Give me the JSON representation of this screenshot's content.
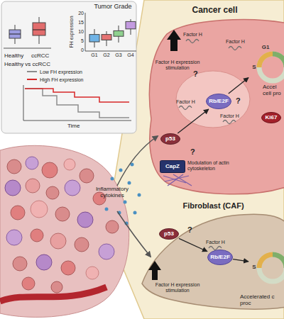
{
  "diagram": {
    "nodes": [
      {
        "text": [
          "Cancer cell"
        ]
      },
      {
        "text": [
          "Rb/E2F"
        ],
        "in": 0
      },
      {
        "text": [
          "p53"
        ],
        "in": 0
      },
      {
        "text": [
          "CapZ"
        ],
        "in": 0
      },
      {
        "text": [
          "Ki67"
        ],
        "in": 0
      },
      {
        "text": [
          "G1",
          "S"
        ],
        "in": 0
      },
      {
        "text": [
          "Fibroblast (CAF)"
        ]
      },
      {
        "text": [
          "p53"
        ],
        "in": 6
      },
      {
        "text": [
          "Rb/E2F"
        ],
        "in": 6
      },
      {
        "text": [
          "S"
        ],
        "in": 6
      }
    ],
    "edges": [
      {
        "from": 2,
        "to": 1,
        "arrow": "to"
      },
      {
        "from": 1,
        "to": 5,
        "arrow": "to"
      },
      {
        "from": 7,
        "to": 8,
        "arrow": "to"
      },
      {
        "from": 8,
        "to": 9,
        "arrow": "to"
      }
    ],
    "labels": [
      "Healthy",
      "ccRCC",
      "Healthy vs ccRCC",
      "Tumor Grade",
      "FH expression",
      "20",
      "15",
      "10",
      "5",
      "0",
      "G1",
      "G2",
      "G3",
      "G4",
      "Time",
      "Inflammatory cytokines",
      "Factor H",
      "Factor H",
      "Factor H expression stimulation",
      "?",
      "Factor H",
      "?",
      "Factor H",
      "Accel cell pro",
      "?",
      "Modulation of actin cytoskeleton",
      "?",
      "Factor H",
      "Factor H expression stimulation",
      "Accelerated c proc"
    ],
    "legend": [
      {
        "text": "Low FH expression"
      },
      {
        "text": "High FH expression"
      }
    ]
  }
}
